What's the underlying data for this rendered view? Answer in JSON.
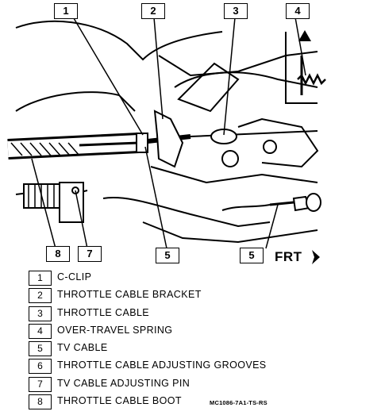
{
  "diagram": {
    "callouts": {
      "c1": "1",
      "c2": "2",
      "c3": "3",
      "c4": "4",
      "c5a": "5",
      "c5b": "5",
      "c7": "7",
      "c8": "8"
    },
    "frt_label": "FRT"
  },
  "legend": [
    {
      "num": "1",
      "label": "C-CLIP"
    },
    {
      "num": "2",
      "label": "THROTTLE CABLE BRACKET"
    },
    {
      "num": "3",
      "label": "THROTTLE CABLE"
    },
    {
      "num": "4",
      "label": "OVER-TRAVEL SPRING"
    },
    {
      "num": "5",
      "label": "TV CABLE"
    },
    {
      "num": "6",
      "label": "THROTTLE CABLE ADJUSTING GROOVES"
    },
    {
      "num": "7",
      "label": "TV CABLE ADJUSTING PIN"
    },
    {
      "num": "8",
      "label": "THROTTLE CABLE BOOT"
    }
  ],
  "figure_code": "MC1086-7A1-TS-RS"
}
